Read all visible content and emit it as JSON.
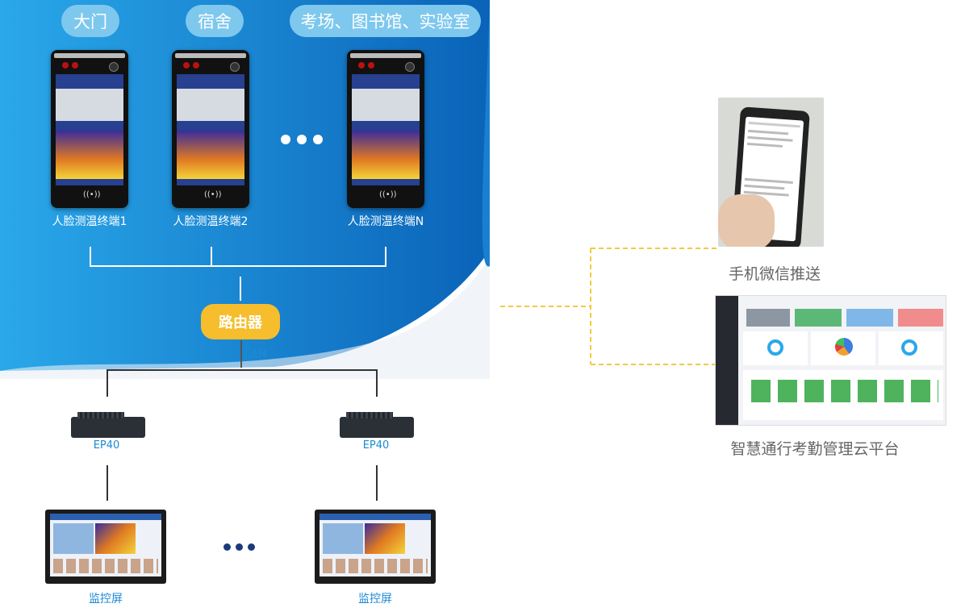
{
  "locations": [
    "大门",
    "宿舍",
    "考场、图书馆、实验室"
  ],
  "terminals": [
    "人脸测温终端1",
    "人脸测温终端2",
    "人脸测温终端N"
  ],
  "router_label": "路由器",
  "lan_label": "LAN",
  "gateways": [
    "EP40",
    "EP40"
  ],
  "monitors": [
    "监控屏",
    "监控屏"
  ],
  "outputs": {
    "wechat": "手机微信推送",
    "platform": "智慧通行考勤管理云平台"
  },
  "colors": {
    "blue_dark": "#0a63b8",
    "blue_light": "#2aa8ea",
    "pill": "#7ec8ee",
    "router": "#f6be2c",
    "dashed": "#f5c842",
    "label_blue": "#1a8ad4"
  }
}
